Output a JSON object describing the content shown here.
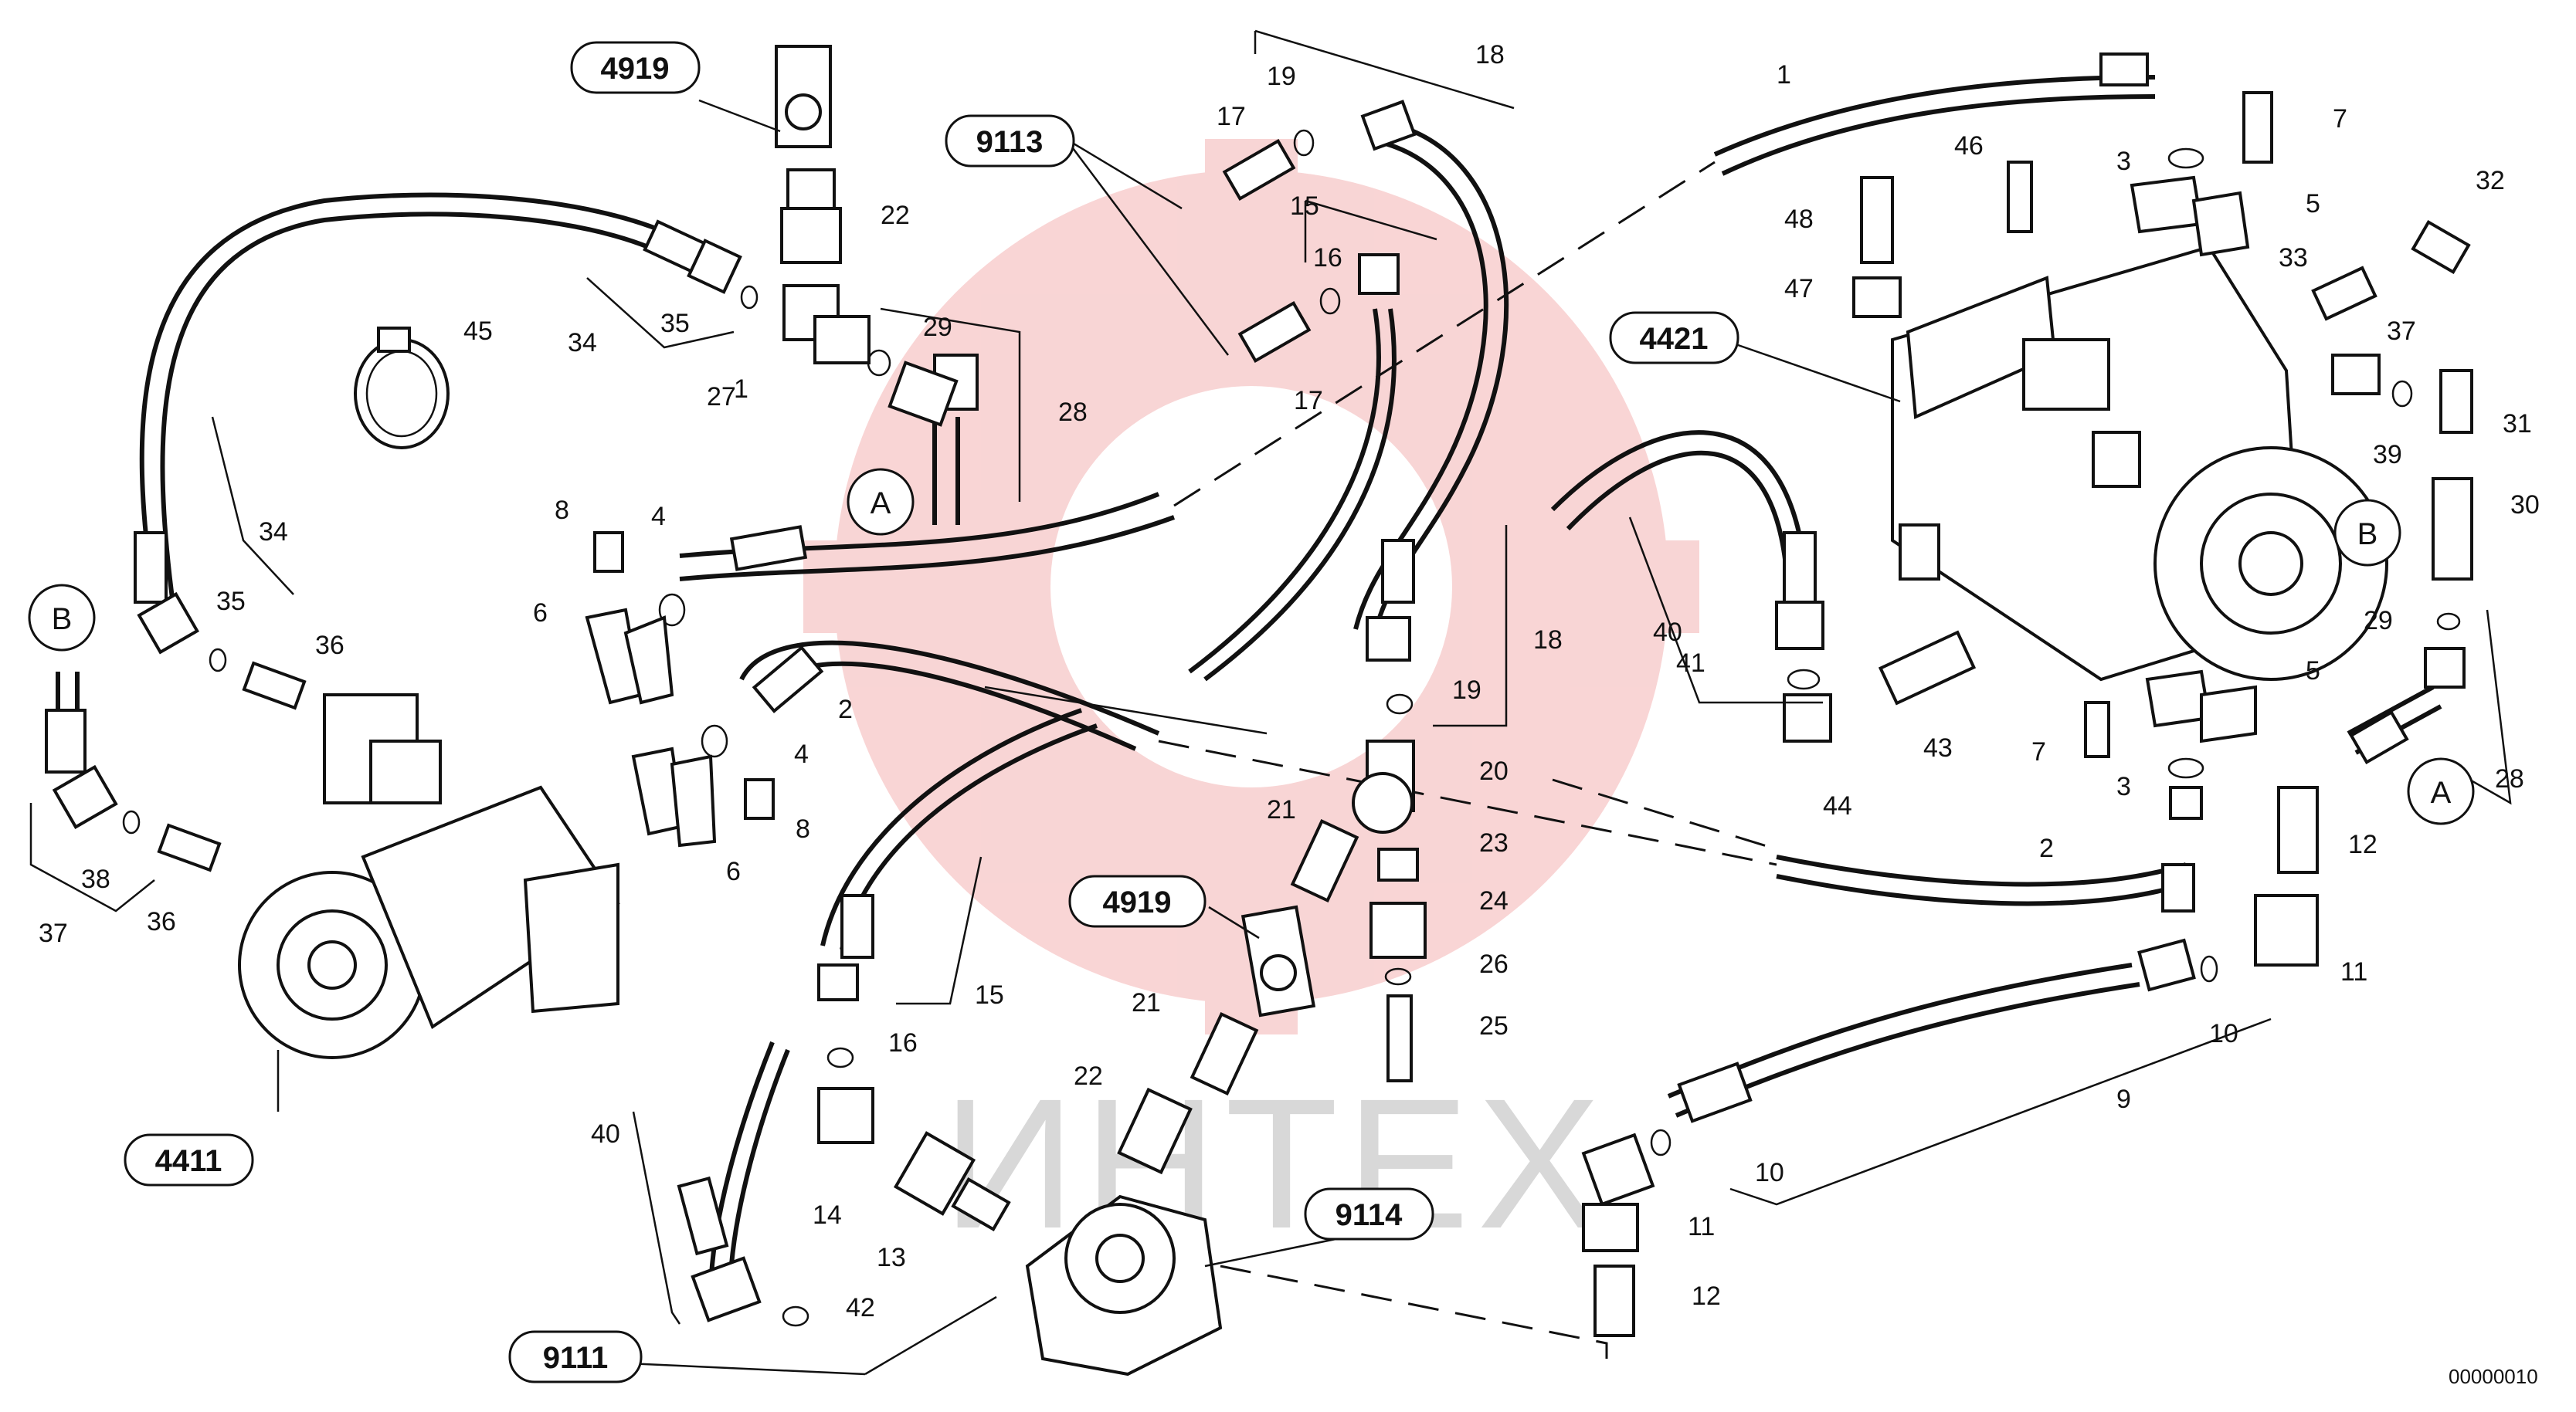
{
  "diagram": {
    "watermark": "ИНТЕХ",
    "doc_number": "00000010",
    "colors": {
      "logo": "#f4b3b3",
      "line": "#111111",
      "watermark": "#d8d8d8"
    },
    "assembly_refs": [
      "4919",
      "9113",
      "4421",
      "4411",
      "4919",
      "9114",
      "9111"
    ],
    "detail_markers": [
      "A",
      "B",
      "B",
      "A"
    ],
    "part_numbers": {
      "n1": "1",
      "n2": "2",
      "n3": "3",
      "n4": "4",
      "n5": "5",
      "n6": "6",
      "n7": "7",
      "n8": "8",
      "n9": "9",
      "n10": "10",
      "n11": "11",
      "n12": "12",
      "n13": "13",
      "n14": "14",
      "n15": "15",
      "n16": "16",
      "n17": "17",
      "n18": "18",
      "n19": "19",
      "n20": "20",
      "n21": "21",
      "n22": "22",
      "n23": "23",
      "n24": "24",
      "n25": "25",
      "n26": "26",
      "n27": "27",
      "n28": "28",
      "n29": "29",
      "n30": "30",
      "n31": "31",
      "n32": "32",
      "n33": "33",
      "n34": "34",
      "n35": "35",
      "n36": "36",
      "n37": "37",
      "n38": "38",
      "n39": "39",
      "n40": "40",
      "n41": "41",
      "n42": "42",
      "n43": "43",
      "n44": "44",
      "n45": "45",
      "n46": "46",
      "n47": "47",
      "n48": "48"
    }
  }
}
